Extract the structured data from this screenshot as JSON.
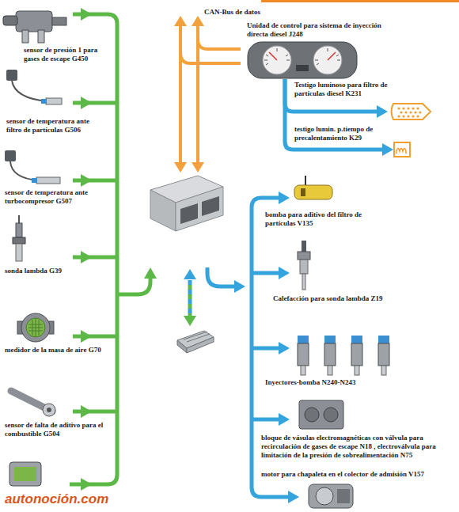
{
  "diagram": {
    "nodes": [
      {
        "text": [
          "Unidad de control para sistema de inyección directa diesel J248"
        ]
      },
      {
        "text": [
          "Testigo luminoso para filtro de partículas diesel K231"
        ]
      },
      {
        "text": [
          "testigo lumin. p.tiempo de precalentamiento K29"
        ]
      }
    ],
    "edges": [
      {
        "from": 0,
        "to": 1,
        "arrow": "to"
      },
      {
        "from": 0,
        "to": 2,
        "arrow": "to"
      }
    ],
    "labels": [
      "CAN-Bus de datos",
      "sensor de presión 1 para gases de escape G450",
      "sensor de temperatura ante filtro de partículas G506",
      "sensor de temperatura ante turbocompresor G507",
      "sonda lambda G39",
      "medidor de la masa de aire G70",
      "sensor de falta de aditivo para el combustible G504",
      "bomba para aditivo del filtro de partículas V135",
      "Calefacción para sonda lambda Z19",
      "Inyectores-bomba N240-N243",
      "bloque de vásulas electromagnéticas con válvula para recirculación de gases de escape N18 , electroválvula para limitación de la presión de sobrealimentación N75",
      "motor para chapaleta en el colector de admisión V157",
      "autonoción.com"
    ]
  }
}
